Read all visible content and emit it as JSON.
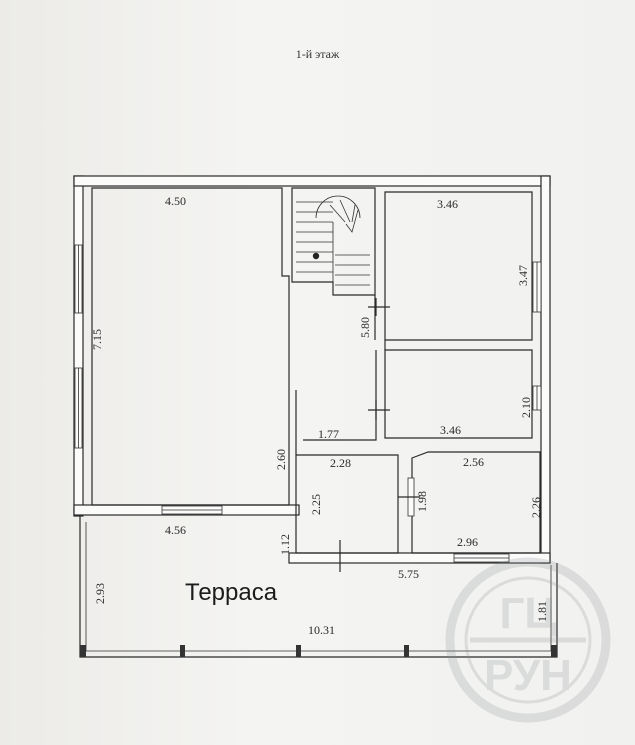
{
  "title": "1-й этаж",
  "terrace_label": "Терраса",
  "dimensions": {
    "d_4_50": "4.50",
    "d_7_15": "7.15",
    "d_3_46_top": "3.46",
    "d_3_47": "3.47",
    "d_5_80": "5.80",
    "d_2_10": "2.10",
    "d_3_46_mid": "3.46",
    "d_1_77": "1.77",
    "d_2_60": "2.60",
    "d_2_28": "2.28",
    "d_2_56": "2.56",
    "d_1_98": "1.98",
    "d_2_25": "2.25",
    "d_2_26": "2.26",
    "d_4_56": "4.56",
    "d_1_12": "1.12",
    "d_2_96": "2.96",
    "d_5_75": "5.75",
    "d_2_93": "2.93",
    "d_1_81": "1.81",
    "d_10_31": "10.31"
  },
  "watermark": {
    "top": "ГЦ",
    "bottom": "РУН"
  }
}
